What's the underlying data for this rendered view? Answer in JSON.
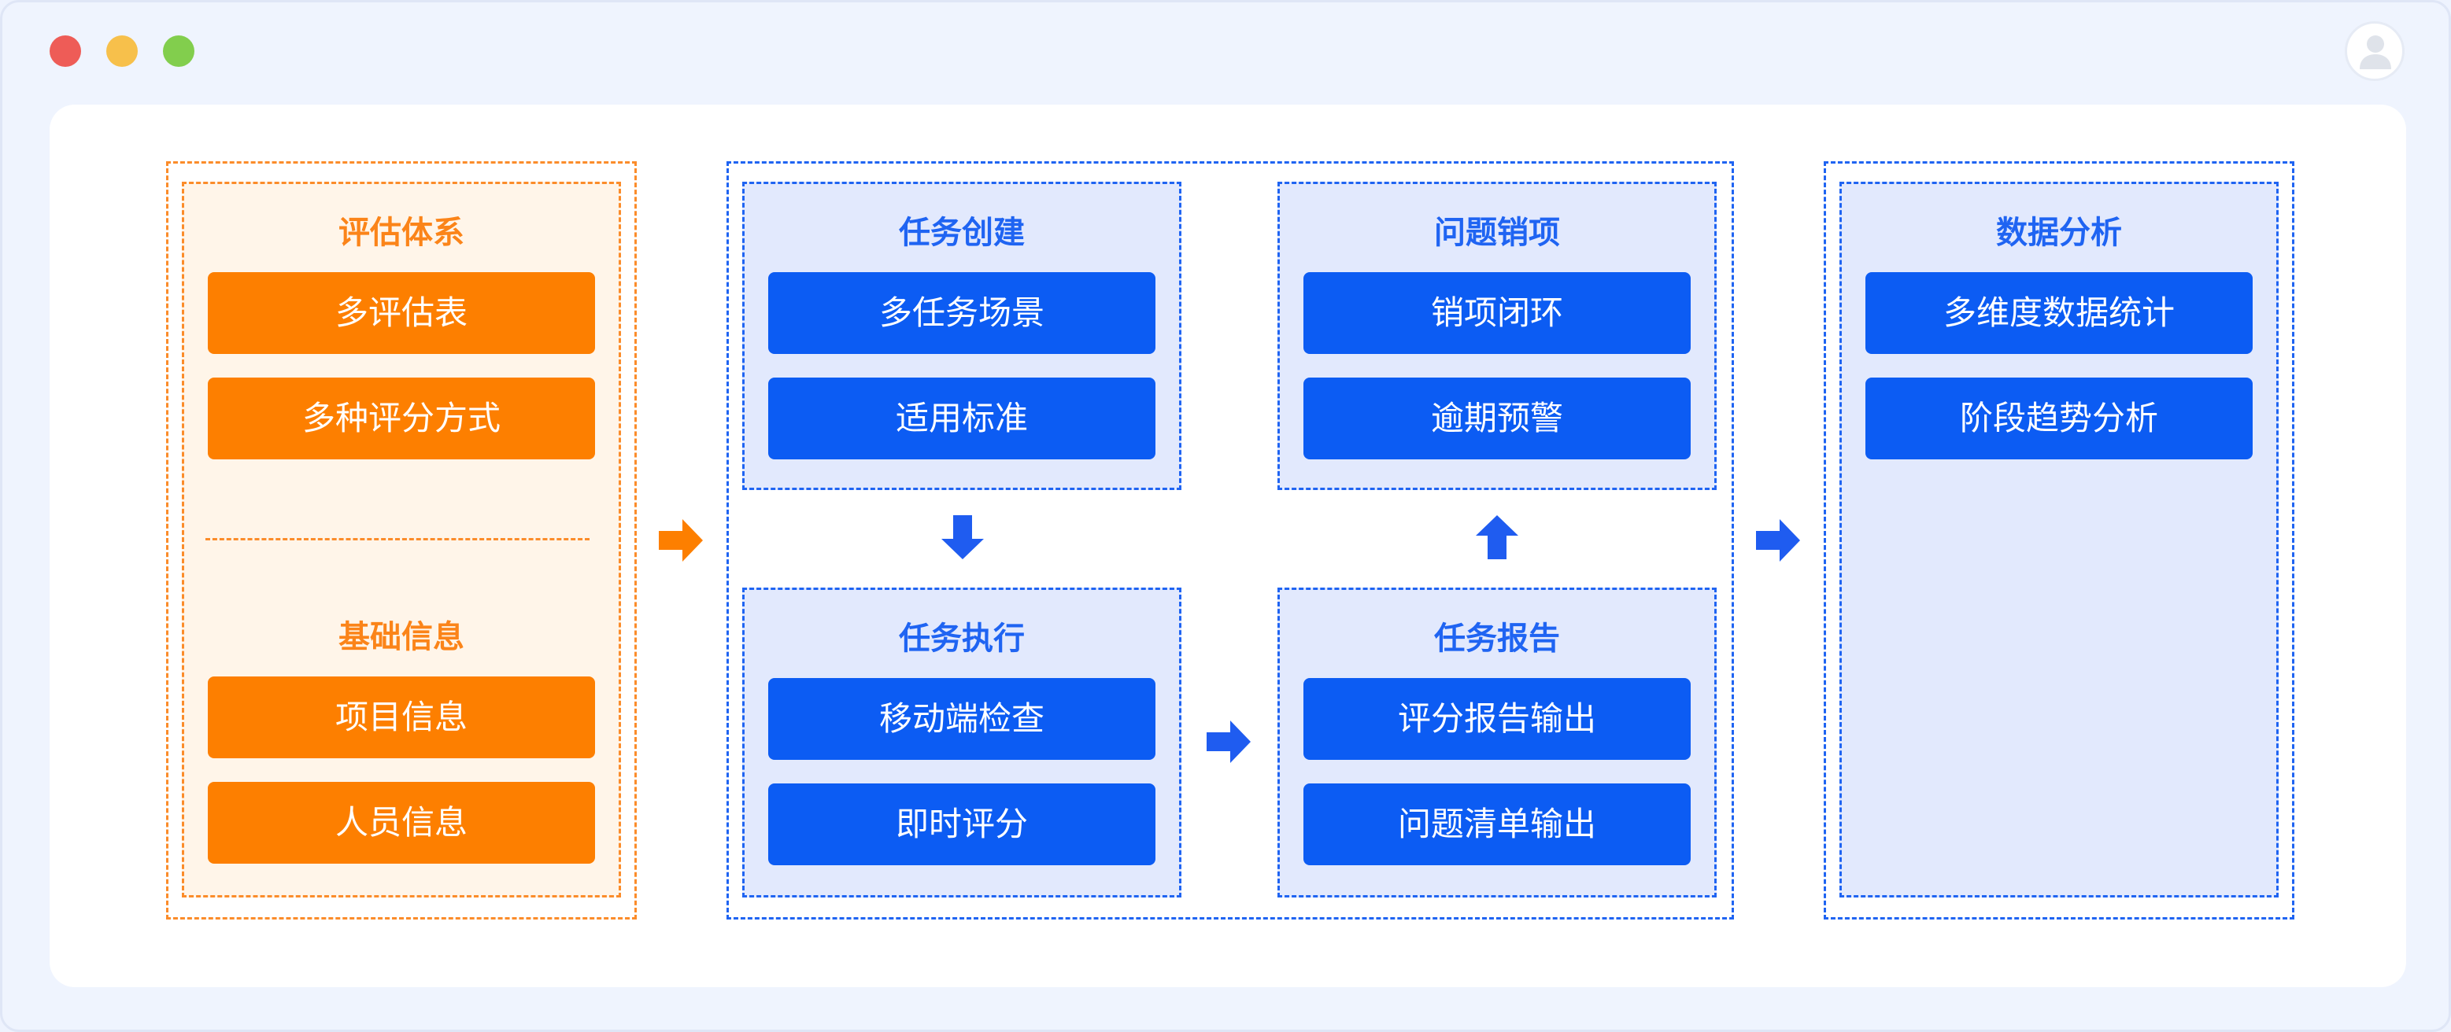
{
  "colors": {
    "blue": "#0c5cf3",
    "orange": "#fd7f00",
    "blue_panel": "#e2e9fd",
    "orange_panel": "#fff5e9"
  },
  "window": {
    "buttons": [
      "close",
      "minimize",
      "maximize"
    ],
    "avatar_icon": "user-icon"
  },
  "evaluation_system": {
    "title": "评估体系",
    "items": [
      "多评估表",
      "多种评分方式"
    ]
  },
  "basic_info": {
    "title": "基础信息",
    "items": [
      "项目信息",
      "人员信息"
    ]
  },
  "task_creation": {
    "title": "任务创建",
    "items": [
      "多任务场景",
      "适用标准"
    ]
  },
  "task_execution": {
    "title": "任务执行",
    "items": [
      "移动端检查",
      "即时评分"
    ]
  },
  "task_report": {
    "title": "任务报告",
    "items": [
      "评分报告输出",
      "问题清单输出"
    ]
  },
  "issue_closure": {
    "title": "问题销项",
    "items": [
      "销项闭环",
      "逾期预警"
    ]
  },
  "data_analysis": {
    "title": "数据分析",
    "items": [
      "多维度数据统计",
      "阶段趋势分析"
    ]
  },
  "arrow_icons": [
    "arrow-right-icon",
    "arrow-down-icon",
    "arrow-up-icon"
  ]
}
